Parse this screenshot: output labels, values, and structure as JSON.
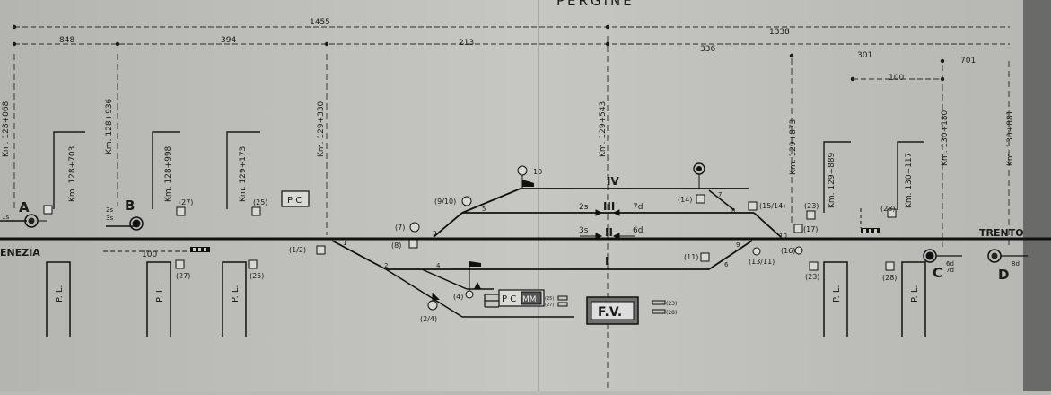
{
  "title_partial": "PERGINE",
  "distances": {
    "top_total_left": "1455",
    "top_total_right": "1338",
    "row2": [
      "848",
      "394",
      "213",
      "336",
      "301",
      "701"
    ],
    "row3": "100"
  },
  "kilometers": {
    "k1": "Km. 128+068",
    "k2": "Km. 128+703",
    "k3": "Km. 128+936",
    "k4": "Km. 128+998",
    "k5": "Km. 129+173",
    "k6": "Km. 129+330",
    "k7": "Km. 129+543",
    "k8": "Km. 129+873",
    "k9": "Km. 129+889",
    "k10": "Km. 130+117",
    "k11": "Km. 130+180",
    "k12": "Km. 130+881"
  },
  "signals": {
    "A": "A",
    "B": "B",
    "C": "C",
    "D": "D",
    "a_sub": "1s",
    "b_sub1": "2s",
    "b_sub2": "3s",
    "c_sub1": "6d",
    "c_sub2": "7d",
    "d_sub": "8d"
  },
  "tracks": {
    "t1": "I",
    "t2": "II",
    "t3": "III",
    "t4": "IV"
  },
  "track_directions": {
    "t3_left": "2s",
    "t3_right": "7d",
    "t2_left": "3s",
    "t2_right": "6d"
  },
  "switch_numbers": [
    "1",
    "2",
    "3",
    "4",
    "5",
    "6",
    "7",
    "8",
    "9",
    "10"
  ],
  "equipment_labels": {
    "e1_2": "(1/2)",
    "e2_4": "(2/4)",
    "e4": "(4)",
    "e7": "(7)",
    "e8": "(8)",
    "e9_10": "(9/10)",
    "e10": "10",
    "e11": "(11)",
    "e13_11": "(13/11)",
    "e14": "(14)",
    "e15_14": "(15/14)",
    "e16": "(16)",
    "e17": "(17)",
    "e23": "(23)",
    "e25": "(25)",
    "e27": "(27)",
    "e28": "(28)"
  },
  "boxes": {
    "pc_box": "P C",
    "pc_mm_pc": "P C",
    "pc_mm_mm": "MM",
    "fv": "F.V."
  },
  "level_crossing": "P. L.",
  "left_destination": "ENEZIA",
  "right_destination": "TRENTO",
  "scale_100": "100"
}
